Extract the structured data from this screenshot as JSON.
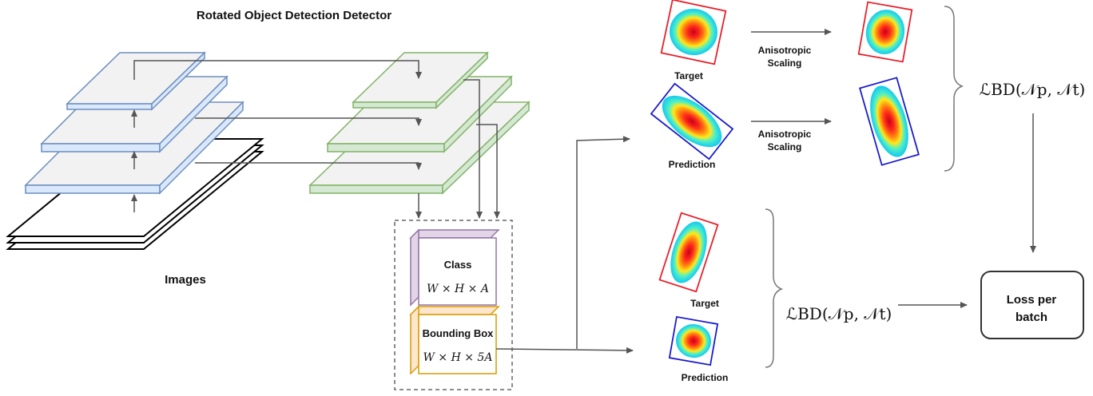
{
  "title": "Rotated Object Detection Detector",
  "images_label": "Images",
  "head": {
    "class_label": "Class",
    "class_shape": "W × H × A",
    "bbox_label": "Bounding Box",
    "bbox_shape": "W × H × 5A"
  },
  "top_branch": {
    "target_label": "Target",
    "prediction_label": "Prediction",
    "scaling_label_1_line1": "Anisotropic",
    "scaling_label_1_line2": "Scaling",
    "scaling_label_2_line1": "Anisotropic",
    "scaling_label_2_line2": "Scaling",
    "loss_formula": "ℒBD(𝒩p, 𝒩t)"
  },
  "bottom_branch": {
    "target_label": "Target",
    "prediction_label": "Prediction",
    "loss_formula": "ℒBD(𝒩p, 𝒩t)"
  },
  "output_box": {
    "line1": "Loss per",
    "line2": "batch"
  },
  "colors": {
    "backbone_stroke": "#6c8ebf",
    "backbone_fill": "#f2f2f2",
    "fpn_stroke": "#82b366",
    "class_stroke": "#9673a6",
    "class_fill": "#e1d5e7",
    "bbox_stroke": "#d79b00",
    "bbox_fill": "#ffe6cc",
    "target_box": "#e8202a",
    "prediction_box": "#1a1acc",
    "arrow": "#555555"
  }
}
